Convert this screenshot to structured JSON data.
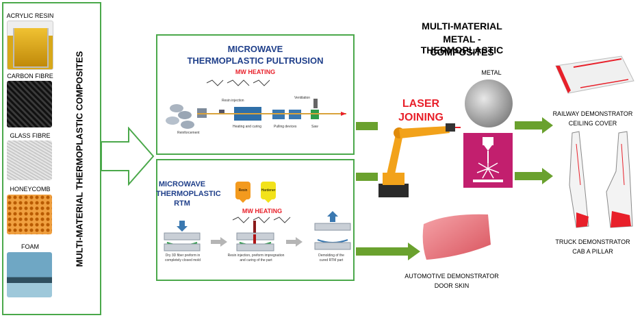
{
  "left_panel": {
    "vertical_title": "MULTI-MATERIAL THERMOPLASTIC COMPOSITES",
    "materials": [
      {
        "label": "ACRYLIC RESIN"
      },
      {
        "label": "CARBON FIBRE"
      },
      {
        "label": "GLASS FIBRE"
      },
      {
        "label": "HONEYCOMB"
      },
      {
        "label": "FOAM"
      }
    ]
  },
  "pultrusion": {
    "title_line1": "MICROWAVE",
    "title_line2": "THERMOPLASTIC PULTRUSION",
    "heating": "MW HEATING",
    "labels": {
      "resin_injection": "Resin injection",
      "ventilation": "Ventilation",
      "reinforcement": "Reinforcement",
      "heating_curing": "Heating and curing",
      "pulling": "Pulling devices",
      "saw": "Saw"
    }
  },
  "rtm": {
    "title_line1": "MICROWAVE",
    "title_line2": "THERMOPLASTIC",
    "title_line3": "RTM",
    "heating": "MW HEATING",
    "resin": "Resin",
    "hardener": "Hardener",
    "step1_l1": "Dry 3D fiber preform in",
    "step1_l2": "completely closed mold",
    "step2_l1": "Resin injection, preform impregnation",
    "step2_l2": "and curing of the part",
    "step3_l1": "Demolding of the",
    "step3_l2": "cured RTM part"
  },
  "laser": {
    "line1": "LASER",
    "line2": "JOINING"
  },
  "mm_title": {
    "line1": "MULTI-MATERIAL",
    "line2": "METAL - THERMOPLASTIC",
    "line3": "COMPOSITES"
  },
  "metal_label": "METAL",
  "outputs": {
    "railway_l1": "RAILWAY DEMONSTRATOR",
    "railway_l2": "CEILING COVER",
    "truck_l1": "TRUCK DEMONSTRATOR",
    "truck_l2": "CAB A PILLAR",
    "auto_l1": "AUTOMOTIVE DEMONSTRATOR",
    "auto_l2": "DOOR SKIN"
  },
  "colors": {
    "green": "#4aa84a",
    "arrow_green": "#6aa12e",
    "red": "#e8202a",
    "navy": "#1f3f8a"
  }
}
